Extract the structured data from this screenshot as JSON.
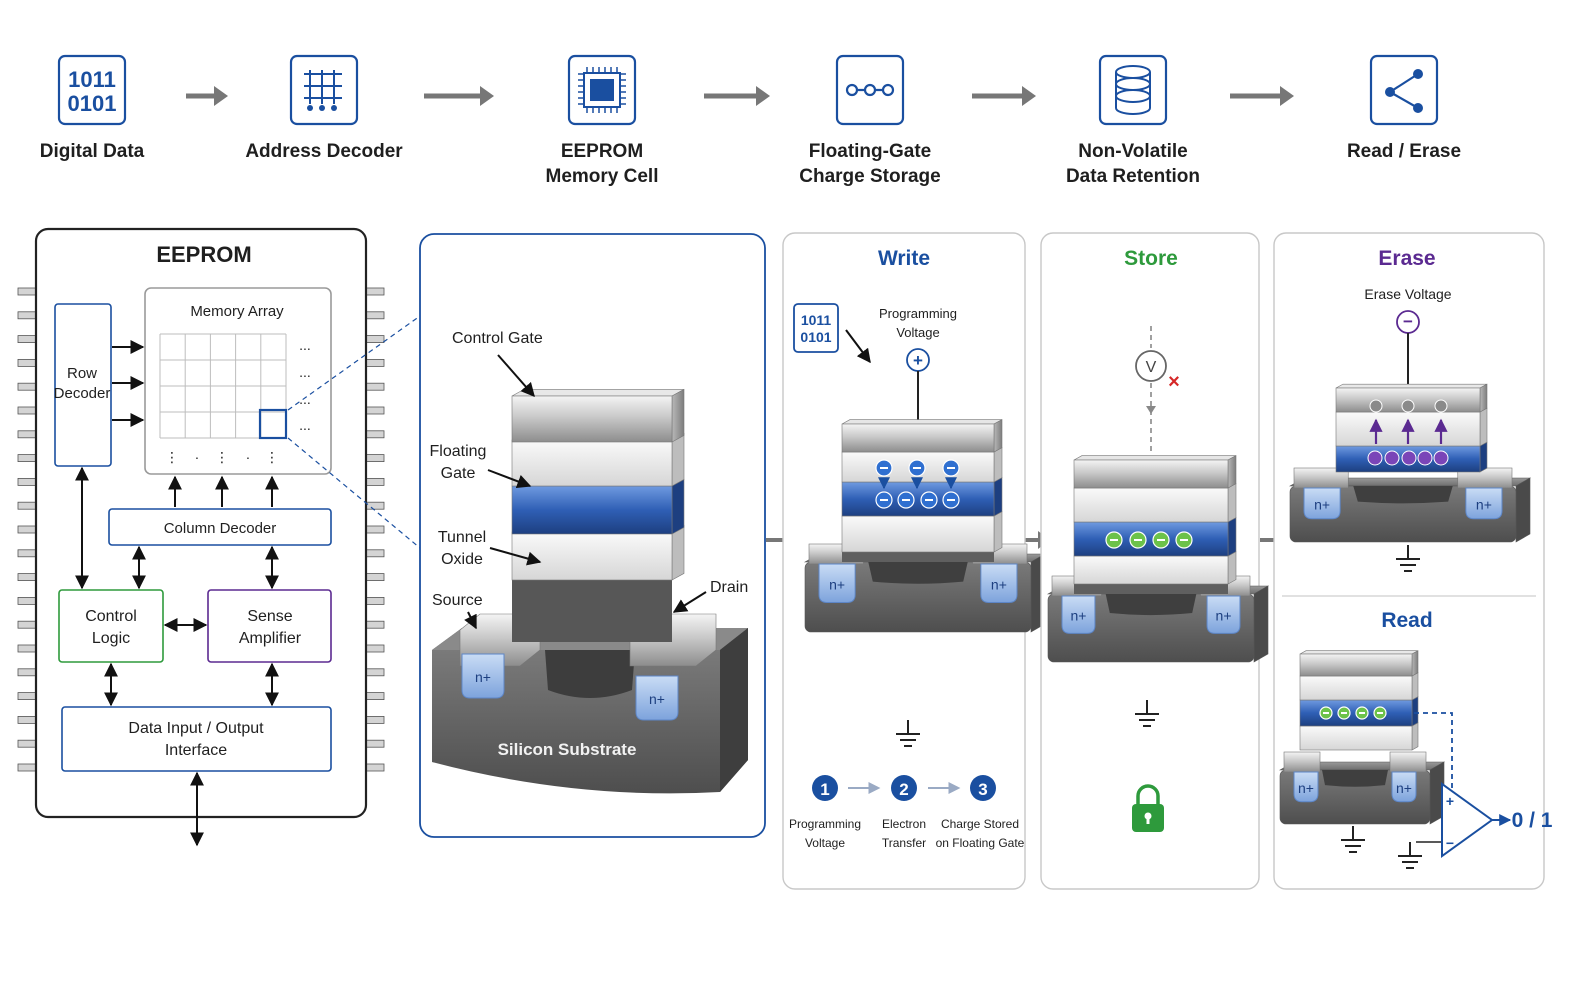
{
  "pipeline": {
    "steps": [
      {
        "lines": [
          "Digital Data"
        ],
        "icon": "binary-icon"
      },
      {
        "lines": [
          "Address Decoder"
        ],
        "icon": "decoder-icon"
      },
      {
        "lines": [
          "EEPROM",
          "Memory Cell"
        ],
        "icon": "chip-icon"
      },
      {
        "lines": [
          "Floating-Gate",
          "Charge Storage"
        ],
        "icon": "charge-chain-icon"
      },
      {
        "lines": [
          "Non-Volatile",
          "Data Retention"
        ],
        "icon": "database-icon"
      },
      {
        "lines": [
          "Read / Erase"
        ],
        "icon": "share-branch-icon"
      }
    ],
    "binary": [
      "1011",
      "0101"
    ]
  },
  "block": {
    "title": "EEPROM",
    "memory_array": "Memory Array",
    "row_decoder": [
      "Row",
      "Decoder"
    ],
    "column_decoder": "Column Decoder",
    "control_logic": [
      "Control",
      "Logic"
    ],
    "sense_amplifier": [
      "Sense",
      "Amplifier"
    ],
    "io": [
      "Data Input / Output",
      "Interface"
    ],
    "ellipsis": "..."
  },
  "cell": {
    "control_gate": "Control Gate",
    "floating_gate": [
      "Floating",
      "Gate"
    ],
    "tunnel_oxide": [
      "Tunnel",
      "Oxide"
    ],
    "source": "Source",
    "drain": "Drain",
    "n_plus": "n+",
    "substrate": "Silicon Substrate"
  },
  "write": {
    "title": "Write",
    "binary": [
      "1011",
      "0101"
    ],
    "voltage": [
      "Programming",
      "Voltage"
    ],
    "plus": "+",
    "minus": "−",
    "steps": [
      {
        "num": "1",
        "lines": [
          "Programming",
          "Voltage"
        ]
      },
      {
        "num": "2",
        "lines": [
          "Electron",
          "Transfer"
        ]
      },
      {
        "num": "3",
        "lines": [
          "Charge Stored",
          "on Floating Gate"
        ]
      }
    ]
  },
  "store": {
    "title": "Store",
    "meter": "V",
    "cross": "×",
    "minus": "−"
  },
  "erase": {
    "title": "Erase",
    "voltage": "Erase Voltage",
    "minus": "−"
  },
  "read": {
    "title": "Read",
    "output": "0 / 1",
    "plus": "+",
    "minus": "−"
  },
  "colors": {
    "blue": "#1a4fa0",
    "green": "#2e9a3c",
    "purple": "#5b2a91",
    "charge_green": "#6cc24a",
    "electron_blue": "#2f6fd0",
    "gate_blue": "#2f5fb5"
  }
}
